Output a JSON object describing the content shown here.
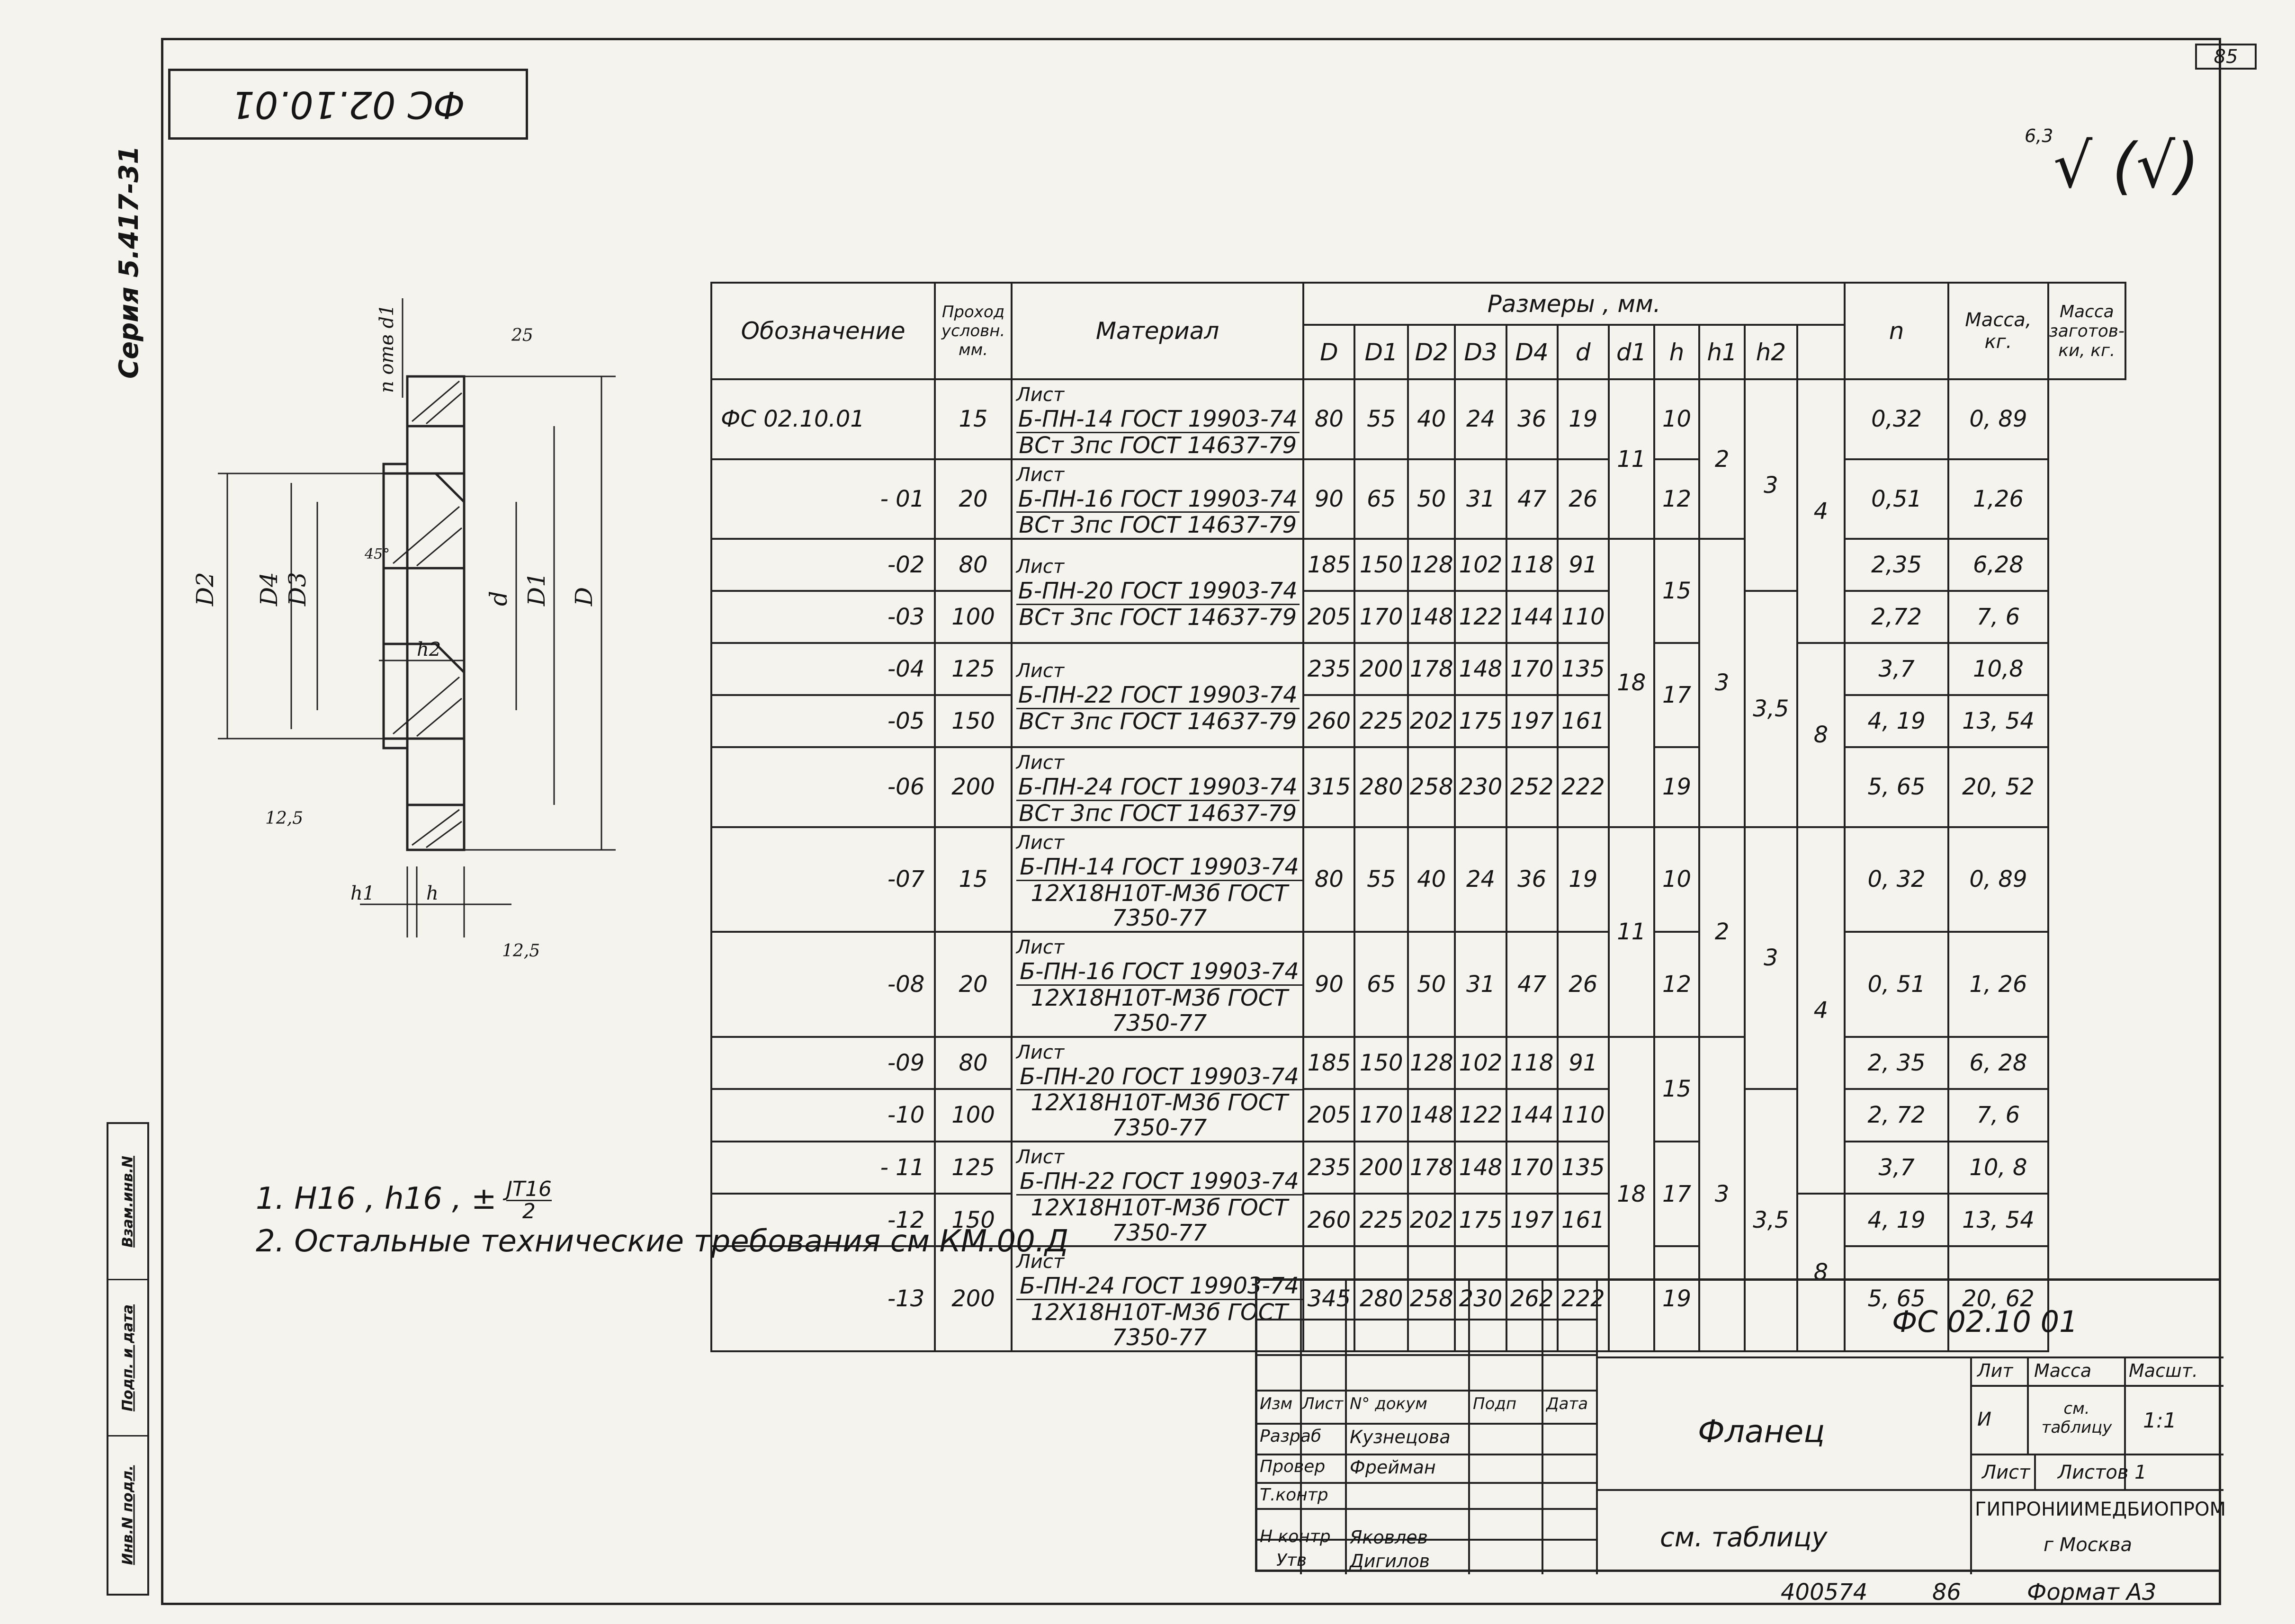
{
  "sheet": {
    "stamp_code": "ФС 02.10.01",
    "page_number": "85",
    "series": "Серия 5.417-31",
    "roughness": "6,3",
    "roughness_paren": "(√)"
  },
  "side_strip": [
    "Инв.N подл.",
    "Подп. и дата",
    "Взам.инв.N"
  ],
  "drawing": {
    "labels": {
      "holes": "n отв d1",
      "d2": "D2",
      "d4": "D4",
      "d3": "D3",
      "d": "d",
      "d1": "D1",
      "D": "D",
      "h2": "h2",
      "h1": "h1",
      "h": "h",
      "angle": "45°",
      "rough_top": "25",
      "rough_left": "12,5",
      "rough_right": "12,5"
    }
  },
  "table": {
    "headers": {
      "designation": "Обозначение",
      "passage": "Проход условн. мм.",
      "material": "Материал",
      "dimensions": "Размеры , мм.",
      "D": "D",
      "D1": "D1",
      "D2": "D2",
      "D3": "D3",
      "D4": "D4",
      "d": "d",
      "d1": "d1",
      "h": "h",
      "h1": "h1",
      "h2": "h2",
      "n": "n",
      "mass": "Масса, кг.",
      "blank_mass": "Масса заготов-ки, кг."
    },
    "material_prefix": "Лист",
    "materials": [
      {
        "top": "Б-ПН-14 ГОСТ 19903-74",
        "bottom": "ВСт 3пс ГОСТ 14637-79"
      },
      {
        "top": "Б-ПН-16 ГОСТ 19903-74",
        "bottom": "ВСт 3пс ГОСТ 14637-79"
      },
      {
        "top": "Б-ПН-20 ГОСТ 19903-74",
        "bottom": "ВСт 3пс ГОСТ 14637-79"
      },
      {
        "top": "Б-ПН-22 ГОСТ 19903-74",
        "bottom": "ВСт 3пс ГОСТ 14637-79"
      },
      {
        "top": "Б-ПН-24 ГОСТ 19903-74",
        "bottom": "ВСт 3пс ГОСТ 14637-79"
      },
      {
        "top": "Б-ПН-14 ГОСТ 19903-74",
        "bottom": "12Х18Н10Т-М3б ГОСТ 7350-77"
      },
      {
        "top": "Б-ПН-16 ГОСТ 19903-74",
        "bottom": "12Х18Н10Т-М3б ГОСТ 7350-77"
      },
      {
        "top": "Б-ПН-20 ГОСТ 19903-74",
        "bottom": "12Х18Н10Т-М3б ГОСТ 7350-77"
      },
      {
        "top": "Б-ПН-22 ГОСТ 19903-74",
        "bottom": "12Х18Н10Т-М3б ГОСТ 7350-77"
      },
      {
        "top": "Б-ПН-24 ГОСТ 19903-74",
        "bottom": "12Х18Н10Т-М3б ГОСТ 7350-77"
      }
    ],
    "rows": [
      {
        "des": "ФС 02.10.01",
        "dn": "15",
        "D": "80",
        "D1": "55",
        "D2": "40",
        "D3": "24",
        "D4": "36",
        "d": "19",
        "m": "0,32",
        "mb": "0, 89"
      },
      {
        "des": "- 01",
        "dn": "20",
        "D": "90",
        "D1": "65",
        "D2": "50",
        "D3": "31",
        "D4": "47",
        "d": "26",
        "m": "0,51",
        "mb": "1,26"
      },
      {
        "des": "-02",
        "dn": "80",
        "D": "185",
        "D1": "150",
        "D2": "128",
        "D3": "102",
        "D4": "118",
        "d": "91",
        "m": "2,35",
        "mb": "6,28"
      },
      {
        "des": "-03",
        "dn": "100",
        "D": "205",
        "D1": "170",
        "D2": "148",
        "D3": "122",
        "D4": "144",
        "d": "110",
        "m": "2,72",
        "mb": "7, 6"
      },
      {
        "des": "-04",
        "dn": "125",
        "D": "235",
        "D1": "200",
        "D2": "178",
        "D3": "148",
        "D4": "170",
        "d": "135",
        "m": "3,7",
        "mb": "10,8"
      },
      {
        "des": "-05",
        "dn": "150",
        "D": "260",
        "D1": "225",
        "D2": "202",
        "D3": "175",
        "D4": "197",
        "d": "161",
        "m": "4, 19",
        "mb": "13, 54"
      },
      {
        "des": "-06",
        "dn": "200",
        "D": "315",
        "D1": "280",
        "D2": "258",
        "D3": "230",
        "D4": "252",
        "d": "222",
        "m": "5, 65",
        "mb": "20, 52"
      },
      {
        "des": "-07",
        "dn": "15",
        "D": "80",
        "D1": "55",
        "D2": "40",
        "D3": "24",
        "D4": "36",
        "d": "19",
        "m": "0, 32",
        "mb": "0, 89"
      },
      {
        "des": "-08",
        "dn": "20",
        "D": "90",
        "D1": "65",
        "D2": "50",
        "D3": "31",
        "D4": "47",
        "d": "26",
        "m": "0, 51",
        "mb": "1, 26"
      },
      {
        "des": "-09",
        "dn": "80",
        "D": "185",
        "D1": "150",
        "D2": "128",
        "D3": "102",
        "D4": "118",
        "d": "91",
        "m": "2, 35",
        "mb": "6, 28"
      },
      {
        "des": "-10",
        "dn": "100",
        "D": "205",
        "D1": "170",
        "D2": "148",
        "D3": "122",
        "D4": "144",
        "d": "110",
        "m": "2, 72",
        "mb": "7, 6"
      },
      {
        "des": "- 11",
        "dn": "125",
        "D": "235",
        "D1": "200",
        "D2": "178",
        "D3": "148",
        "D4": "170",
        "d": "135",
        "m": "3,7",
        "mb": "10, 8"
      },
      {
        "des": "-12",
        "dn": "150",
        "D": "260",
        "D1": "225",
        "D2": "202",
        "D3": "175",
        "D4": "197",
        "d": "161",
        "m": "4, 19",
        "mb": "13, 54"
      },
      {
        "des": "-13",
        "dn": "200",
        "D": "345",
        "D1": "280",
        "D2": "258",
        "D3": "230",
        "D4": "262",
        "d": "222",
        "m": "5, 65",
        "mb": "20, 62"
      }
    ],
    "merged": {
      "d1_a": "11",
      "d1_b": "18",
      "d1_c": "11",
      "d1_d": "18",
      "h_a": "10",
      "h_b": "12",
      "h_c": "15",
      "h_d": "17",
      "h_e": "19",
      "h_f": "10",
      "h_g": "12",
      "h_h": "15",
      "h_i": "17",
      "h_j": "19",
      "h1_a": "2",
      "h1_b": "3",
      "h1_c": "2",
      "h1_d": "3",
      "h2_a": "3",
      "h2_b": "3,5",
      "h2_c": "3",
      "h2_d": "3,5",
      "n_a": "4",
      "n_b": "8",
      "n_c": "4",
      "n_d": "8"
    }
  },
  "notes": {
    "n1_prefix": "1. H16 , h16 , ±",
    "n1_num": "JT16",
    "n1_den": "2",
    "n2": "2. Остальные технические требования см КМ.00.Д"
  },
  "title_block": {
    "code": "ФС 02.10 01",
    "name": "Фланец",
    "material": "см. таблицу",
    "org": "ГИПРОНИИМЕДБИОПРОМ",
    "city": "г Москва",
    "cols": [
      "Изм",
      "Лист",
      "N° докум",
      "Подп",
      "Дата"
    ],
    "roles": [
      "Разраб",
      "Провер",
      "Т.контр",
      "Н контр",
      "Утв"
    ],
    "names": [
      "Кузнецова",
      "Фрейман",
      "",
      "Яковлев",
      "Дигилов"
    ],
    "lit_label": "Лит",
    "mass_label": "Масса",
    "scale_label": "Масшт.",
    "lit_value": "И",
    "mass_value": "см. таблицу",
    "scale_value": "1:1",
    "sheet_label": "Лист",
    "sheets_label": "Листов 1"
  },
  "footer": {
    "inv": "400574",
    "num": "86",
    "format": "Формат А3"
  }
}
